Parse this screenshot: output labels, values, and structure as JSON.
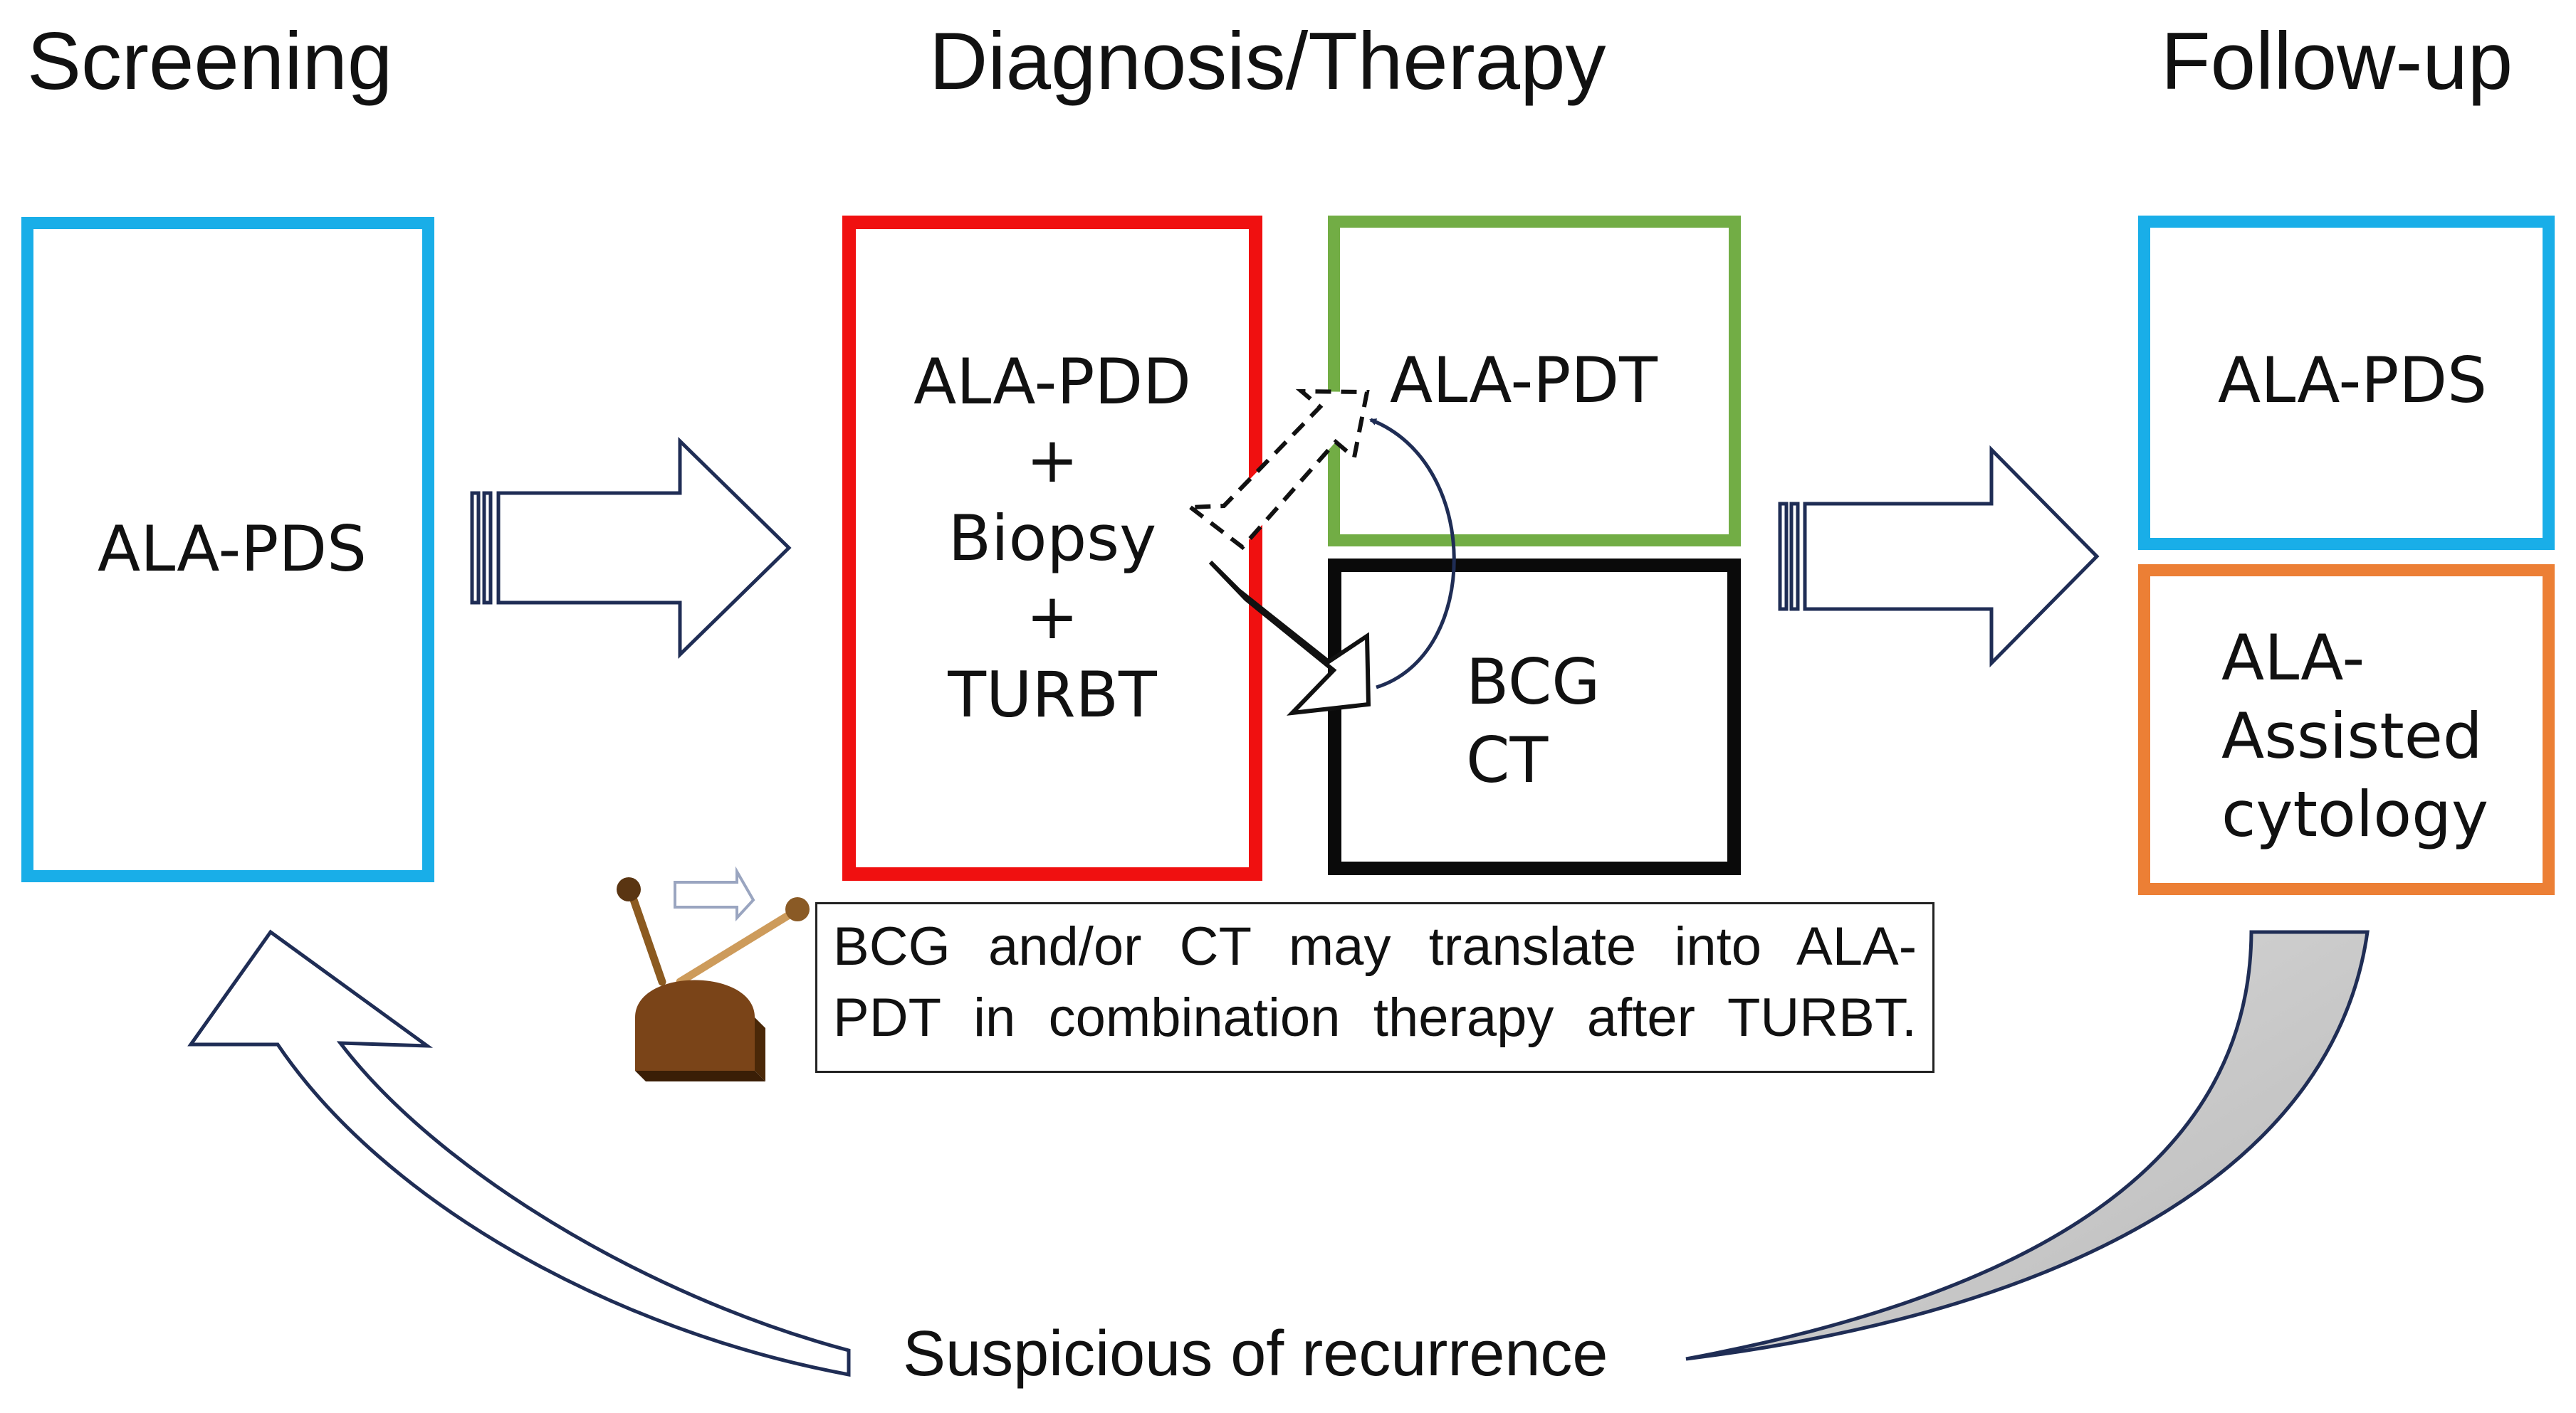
{
  "headings": {
    "screening": "Screening",
    "diagnosis": "Diagnosis/Therapy",
    "followup": "Follow-up"
  },
  "boxes": {
    "screening_pds": "ALA-PDS",
    "pdd": [
      "ALA-PDD",
      "+",
      "Biopsy",
      "+",
      "TURBT"
    ],
    "pdt": "ALA-PDT",
    "bcg_ct": [
      "BCG",
      "CT"
    ],
    "followup_pds": "ALA-PDS",
    "cytology": [
      "ALA-",
      "Assisted",
      "cytology"
    ]
  },
  "note": {
    "line1": "BCG and/or CT may translate into ALA-",
    "line2": "PDT in combination therapy after TURBT."
  },
  "bottom_label": "Suspicious of recurrence",
  "colors": {
    "blue": "#19aee8",
    "red": "#f01010",
    "green": "#72ad45",
    "black": "#0a0a0a",
    "orange": "#ec7f35",
    "arrow_outline": "#1f2d55",
    "gray_fill": "#c8c8c8"
  },
  "icons": {
    "switch": "lever-switch-icon"
  }
}
